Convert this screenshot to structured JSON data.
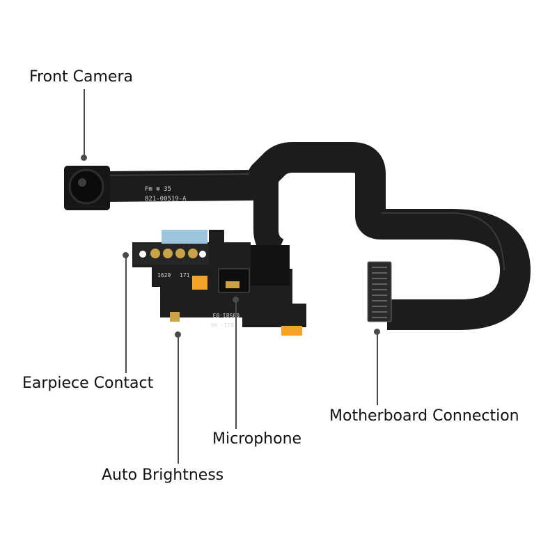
{
  "labels": {
    "front_camera": "Front Camera",
    "earpiece_contact": "Earpiece Contact",
    "motherboard_connection": "Motherboard Connection",
    "microphone": "Microphone",
    "auto_brightness": "Auto Brightness"
  },
  "pcb_markings": {
    "cable_line1": "Fm ⊕ 35",
    "cable_line2": "821-00519-A",
    "board_code_a": "171",
    "board_code_b": "1629",
    "flex_line1": "821- mk",
    "flex_line2": "00581-03"
  },
  "colors": {
    "flex_cable": "#1a1a1a",
    "leader_line": "#4a4a4a",
    "gold_contact": "#c9a24a",
    "orange_tab": "#f3a428",
    "blue_tab": "#9cc4dc"
  }
}
